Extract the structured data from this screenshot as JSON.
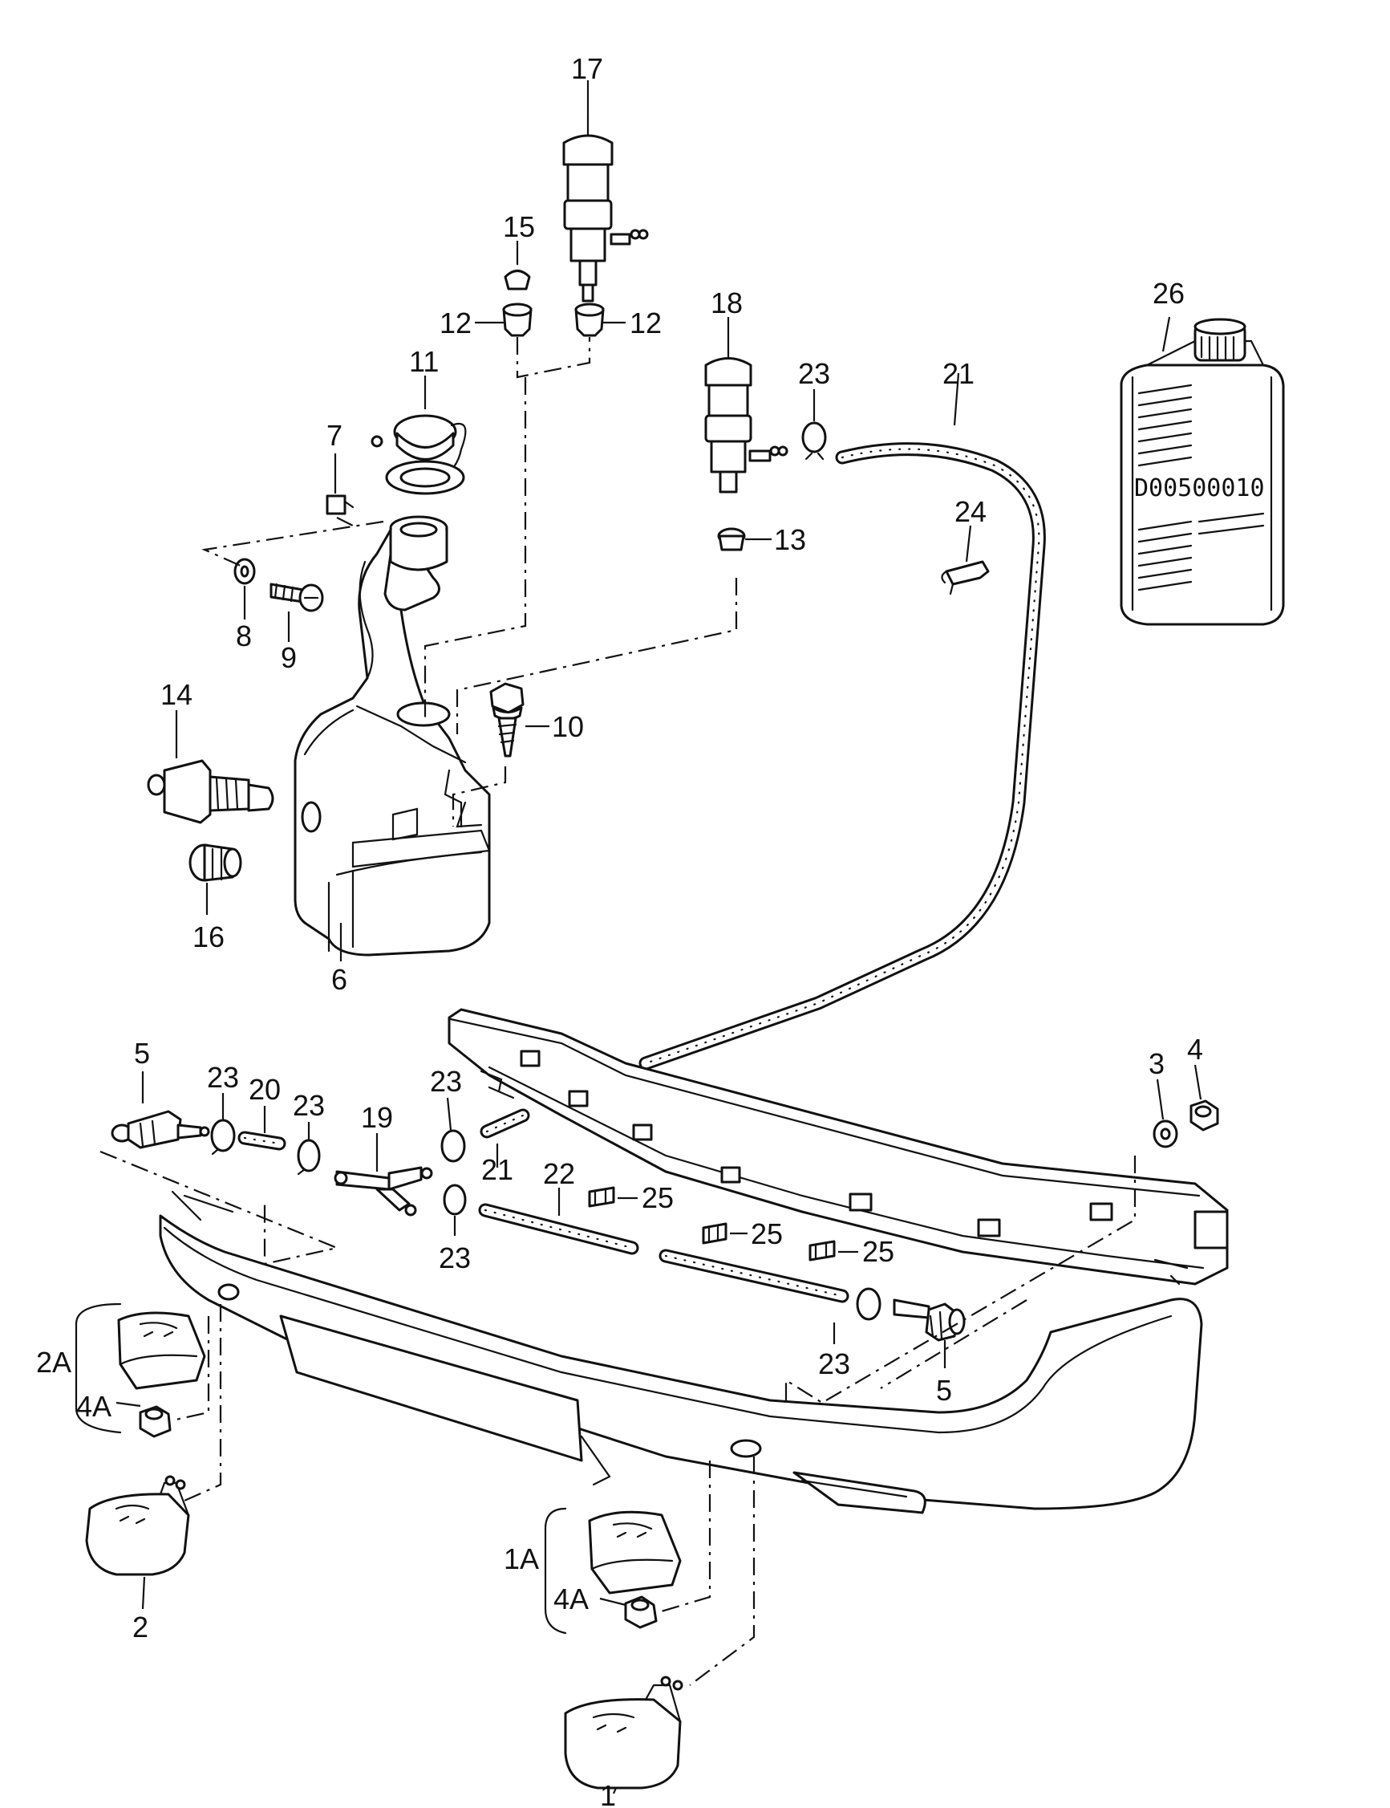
{
  "diagram": {
    "labels": {
      "l1": "1",
      "l1a": "1A",
      "l2": "2",
      "l2a": "2A",
      "l3": "3",
      "l4": "4",
      "l4a_left": "4A",
      "l4a_right": "4A",
      "l5_left": "5",
      "l5_right": "5",
      "l6": "6",
      "l7": "7",
      "l8": "8",
      "l9": "9",
      "l10": "10",
      "l11": "11",
      "l12_left": "12",
      "l12_right": "12",
      "l13": "13",
      "l14": "14",
      "l15": "15",
      "l16": "16",
      "l17": "17",
      "l18": "18",
      "l19": "19",
      "l20": "20",
      "l21_top": "21",
      "l21_mid": "21",
      "l22": "22",
      "l23_top": "23",
      "l23_a": "23",
      "l23_b": "23",
      "l23_c": "23",
      "l23_d": "23",
      "l23_e": "23",
      "l24": "24",
      "l25_a": "25",
      "l25_b": "25",
      "l25_c": "25",
      "l26": "26"
    },
    "bottle_code": "D00500010"
  }
}
